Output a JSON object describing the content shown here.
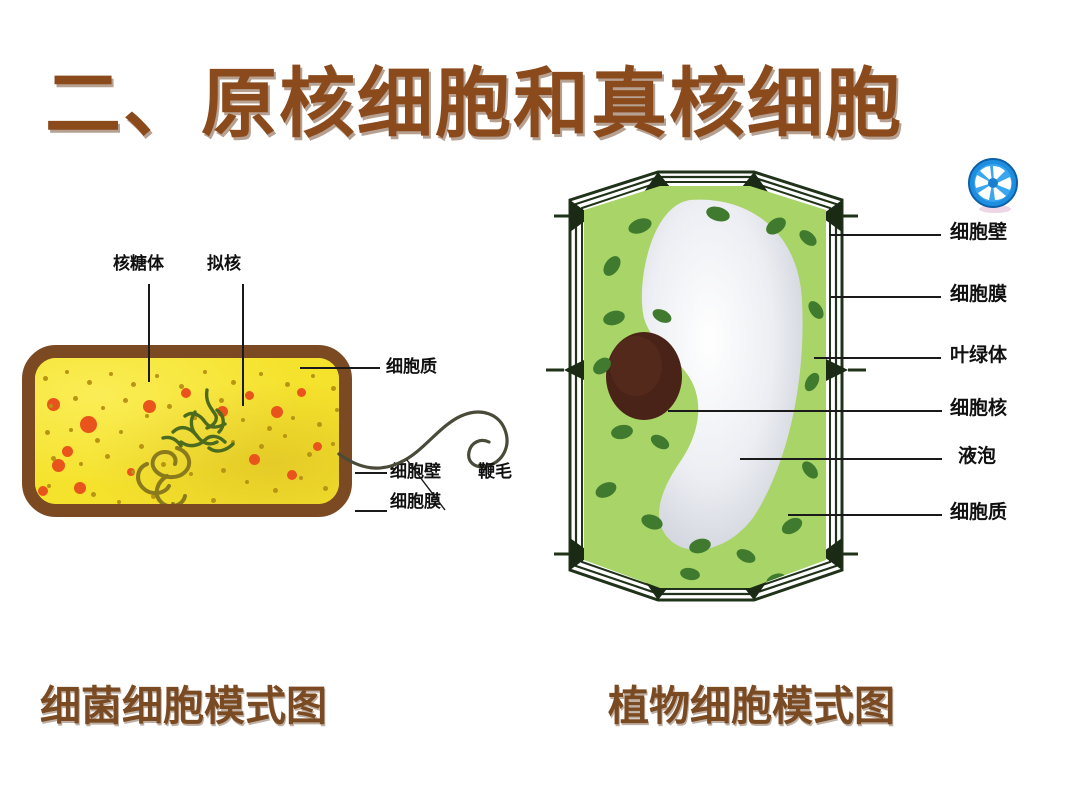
{
  "slide": {
    "title": "二、原核细胞和真核细胞",
    "title_color": "#8a4a1c",
    "background": "#ffffff",
    "decor_icon": "pinwheel-icon"
  },
  "bacteria": {
    "caption": "细菌细胞模式图",
    "labels": {
      "ribosome": "核糖体",
      "nucleoid": "拟核",
      "cytoplasm": "细胞质",
      "cell_wall": "细胞壁",
      "cell_membrane": "细胞膜",
      "flagellum": "鞭毛"
    },
    "colors": {
      "wall": "#7c4a22",
      "cytoplasm": "#f5e22c",
      "granule": "#e8541b",
      "dna": "#4c6b1f",
      "mesosome": "#8a7a1c"
    }
  },
  "plant": {
    "caption": "植物细胞模式图",
    "labels": {
      "cell_wall": "细胞壁",
      "cell_membrane": "细胞膜",
      "chloroplast": "叶绿体",
      "nucleus": "细胞核",
      "vacuole": "液泡",
      "cytoplasm": "细胞质"
    },
    "colors": {
      "wall": "#20331a",
      "cytoplasm": "#a8d468",
      "chloroplast": "#3f7a2e",
      "nucleus": "#4a2318",
      "vacuole": "#e6e8ee"
    }
  }
}
